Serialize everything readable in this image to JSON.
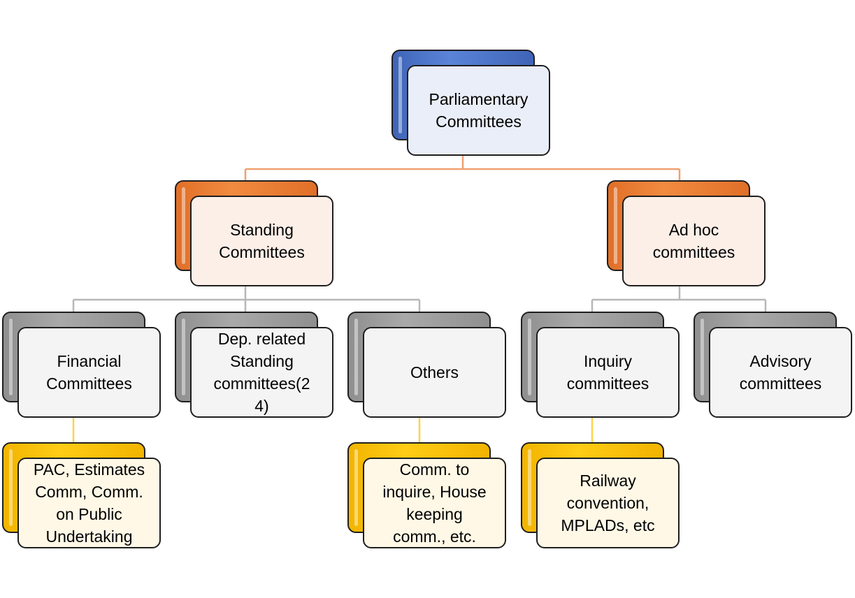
{
  "diagram": {
    "nodes": {
      "root": {
        "label": "Parliamentary\nCommittees",
        "color": "#4472c4"
      },
      "standing": {
        "label": "Standing\nCommittees",
        "color": "#ed7d31"
      },
      "adhoc": {
        "label": "Ad hoc\ncommittees",
        "color": "#ed7d31"
      },
      "financial": {
        "label": "Financial\nCommittees",
        "color": "#a5a5a5"
      },
      "dept_related": {
        "label": "Dep. related\nStanding\ncommittees(2\n4)",
        "color": "#a5a5a5"
      },
      "others": {
        "label": "Others",
        "color": "#a5a5a5"
      },
      "inquiry": {
        "label": "Inquiry\ncommittees",
        "color": "#a5a5a5"
      },
      "advisory": {
        "label": "Advisory\ncommittees",
        "color": "#a5a5a5"
      },
      "financial_examples": {
        "label": "PAC, Estimates\nComm, Comm.\non Public\nUndertaking",
        "color": "#ffc000"
      },
      "others_examples": {
        "label": "Comm. to\ninquire, House\nkeeping\ncomm., etc.",
        "color": "#ffc000"
      },
      "inquiry_examples": {
        "label": "Railway\nconvention,\nMPLADs, etc",
        "color": "#ffc000"
      }
    },
    "edges": [
      [
        "root",
        "standing"
      ],
      [
        "root",
        "adhoc"
      ],
      [
        "standing",
        "financial"
      ],
      [
        "standing",
        "dept_related"
      ],
      [
        "standing",
        "others"
      ],
      [
        "adhoc",
        "inquiry"
      ],
      [
        "adhoc",
        "advisory"
      ],
      [
        "financial",
        "financial_examples"
      ],
      [
        "others",
        "others_examples"
      ],
      [
        "inquiry",
        "inquiry_examples"
      ]
    ]
  }
}
